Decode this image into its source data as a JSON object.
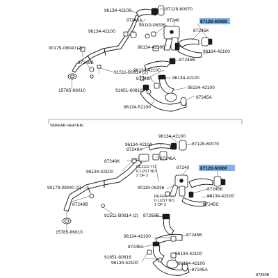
{
  "header": {
    "section_label": "W(REAR HEATER)",
    "figure_code": "87360B"
  },
  "upper": {
    "part_96134_42100_a": "96134-42100",
    "part_87128_60070": "87128-60070",
    "part_87246a": "87246A",
    "part_87240": "87240",
    "part_87128_60080": "87128-60080",
    "part_96134_42100_b": "96134-42100",
    "part_90119_06336": "90119-06336",
    "part_87245k": "87245K",
    "part_90179_08040": "90179-08040 (2)",
    "part_96134_42100_c": "96134-42100",
    "part_96134_42100_d": "96134-42100",
    "part_87249b": "87249B",
    "part_91511_b0814": "91511-B0814 (2)",
    "part_87245b": "87245B",
    "part_96134_42100_e": "96134-42100",
    "part_15785_66010": "15785-66010",
    "part_87248a": "87248A",
    "part_96134_42100_f": "96134-42100",
    "part_91651_60816": "91651-60816",
    "part_96134_42100_g": "96134-42100",
    "part_87245a": "87245A",
    "part_96134_52100": "96134-52100"
  },
  "lower": {
    "part_96134_42100_a": "96134-42100",
    "part_96134_42100_b": "96134-42100",
    "part_87249a": "87249A",
    "part_87246a": "87246A",
    "part_87128_60070": "87128-60070",
    "part_87246k": "87246K",
    "part_96134_42100_c": "96134-42100",
    "refer_note": [
      "REFER TO",
      "ILLUST NO.",
      "2 OF 2"
    ],
    "part_87240": "87240",
    "part_87128_60080": "87128-60080",
    "part_90179_08040": "90179-08040 (2)",
    "part_90119_06336": "90119-06336",
    "part_87245k": "87245K",
    "part_96134_42100_d": "96134-42100",
    "part_87249b": "87249B",
    "part_87245c": "87245C",
    "part_91511_b0814": "91511-B0814 (2)",
    "part_87265b": "87265B",
    "part_15785_66010": "15785-66010",
    "part_96134_42100_e": "96134-42100",
    "part_87245b": "87245B",
    "part_87248a": "87248A",
    "part_96134_42100_f": "96134-42100",
    "part_91651_60816": "91651-60816",
    "part_96134_42100_g": "96134-42100",
    "part_96134_52100": "96134-52100",
    "part_87245a": "87245A"
  },
  "colors": {
    "highlight": "#7fb2ea",
    "ink": "#111111"
  }
}
